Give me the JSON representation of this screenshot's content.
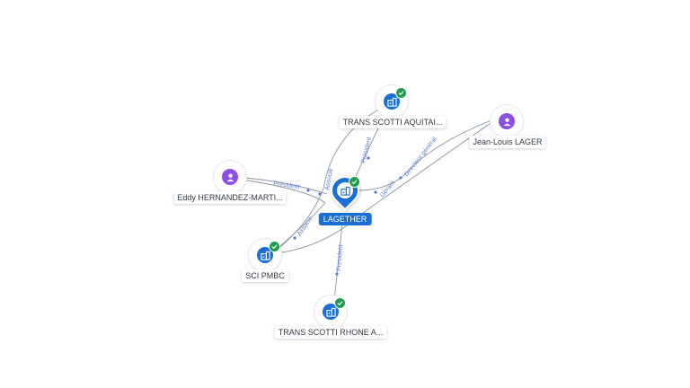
{
  "graph": {
    "nodes": {
      "trans_scotti_aquitaine": {
        "label": "TRANS SCOTTI AQUITAI...",
        "kind": "company",
        "verified": true,
        "icon": "building-icon"
      },
      "jean_louis_lager": {
        "label": "Jean-Louis LAGER",
        "kind": "person",
        "icon": "person-icon"
      },
      "eddy_hernandez": {
        "label": "Eddy HERNANDEZ-MARTI...",
        "kind": "person",
        "icon": "person-icon"
      },
      "lagether": {
        "label": "LAGETHER",
        "kind": "company",
        "verified": true,
        "main": true,
        "icon": "building-icon"
      },
      "sci_pmbc": {
        "label": "SCI PMBC",
        "kind": "company",
        "verified": true,
        "icon": "building-icon"
      },
      "trans_scotti_rhone": {
        "label": "TRANS SCOTTI RHONE A...",
        "kind": "company",
        "verified": true,
        "icon": "building-icon"
      }
    },
    "edges": {
      "eddy_president": "Président",
      "eddy_associe": "Associé",
      "aquitaine_associe": "Associé",
      "aquitaine_president": "Président",
      "lager_directeur": "Directeur général",
      "lager_gerant": "Gérant",
      "rhone_president": "Président"
    },
    "colors": {
      "company": "#1a6fd6",
      "person": "#8b4fe3",
      "verified": "#1e9e4a",
      "edge": "#8a94a6",
      "edge_label": "#5b7fd6"
    }
  }
}
